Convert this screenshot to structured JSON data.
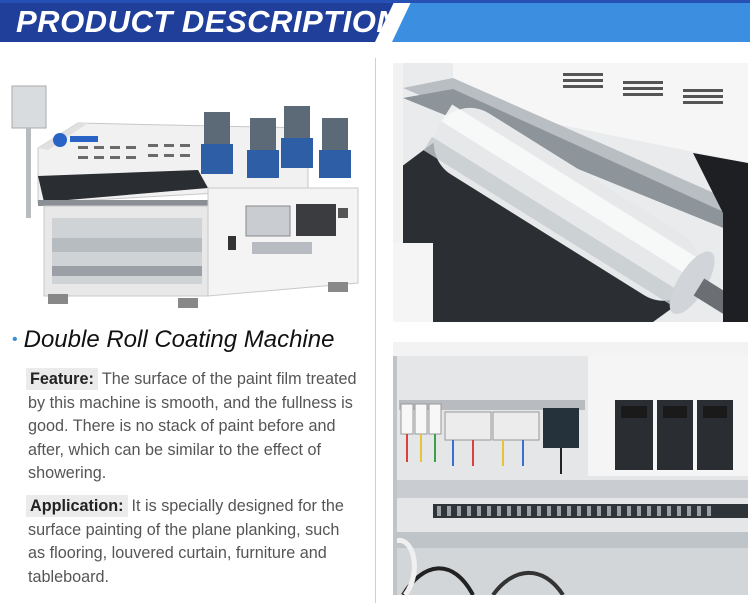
{
  "banner": {
    "title": "PRODUCT DESCRIPTION",
    "colors": {
      "dark": "#1f3f9a",
      "light": "#3b8ee0"
    }
  },
  "product": {
    "title": "Double Roll Coating Machine",
    "bullet": "•"
  },
  "feature": {
    "label": "Feature:",
    "text": "The surface of the paint film treated by this machine is smooth, and the fullness is good. There is no stack of paint before and after, which can be similar to the effect of showering."
  },
  "application": {
    "label": "Application:",
    "text": "It is specially designed for the surface painting of the plane planking, such as flooring, louvered curtain, furniture and tableboard."
  },
  "photos": {
    "machine": "double-roll-coating-machine-photo",
    "roller": "coating-roller-closeup-photo",
    "cabinet": "electrical-control-cabinet-photo"
  }
}
